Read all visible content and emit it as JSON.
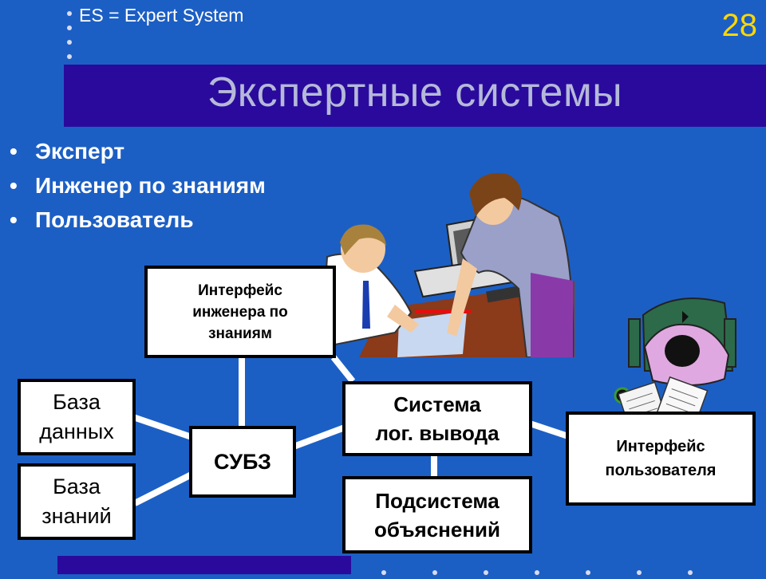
{
  "header": {
    "note": "ES = Expert System",
    "slide_number": "28",
    "title": "Экспертные системы"
  },
  "bullets": [
    "Эксперт",
    "Инженер по знаниям",
    "Пользователь"
  ],
  "diagram": {
    "knowledge_engineer_interface": "Интерфейс\nинженера по\nзнаниям",
    "database": "База\nданных",
    "knowledge_base": "База\nзнаний",
    "dbms": "СУБЗ",
    "inference_system": "Система\nлог. вывода",
    "explanation_subsystem": "Подсистема\nобъяснений",
    "user_interface": "Интерфейс\nпользователя"
  },
  "colors": {
    "background": "#1c5fc4",
    "title_band": "#2a0a9c",
    "title_text": "#b5b9d9",
    "slide_number": "#ffd800"
  },
  "illustrations": [
    "two-people-at-computer-clipart",
    "person-at-desk-with-papers-clipart"
  ]
}
